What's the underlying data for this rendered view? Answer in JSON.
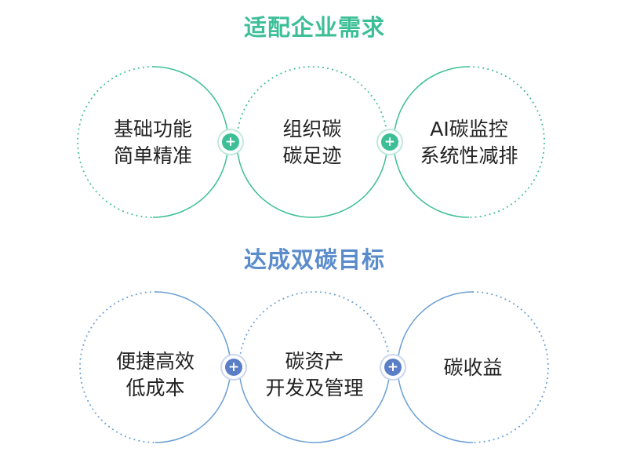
{
  "sections": [
    {
      "title": "适配企业需求",
      "accent": "#3dbf96",
      "circles": [
        {
          "line1": "基础功能",
          "line2": "简单精准"
        },
        {
          "line1": "组织碳",
          "line2": "碳足迹"
        },
        {
          "line1": "AI碳监控",
          "line2": "系统性减排"
        }
      ],
      "connector": "+"
    },
    {
      "title": "达成双碳目标",
      "accent": "#5a8ccc",
      "circles": [
        {
          "line1": "便捷高效",
          "line2": "低成本"
        },
        {
          "line1": "碳资产",
          "line2": "开发及管理"
        },
        {
          "line1": "碳收益",
          "line2": ""
        }
      ],
      "connector": "+"
    }
  ]
}
